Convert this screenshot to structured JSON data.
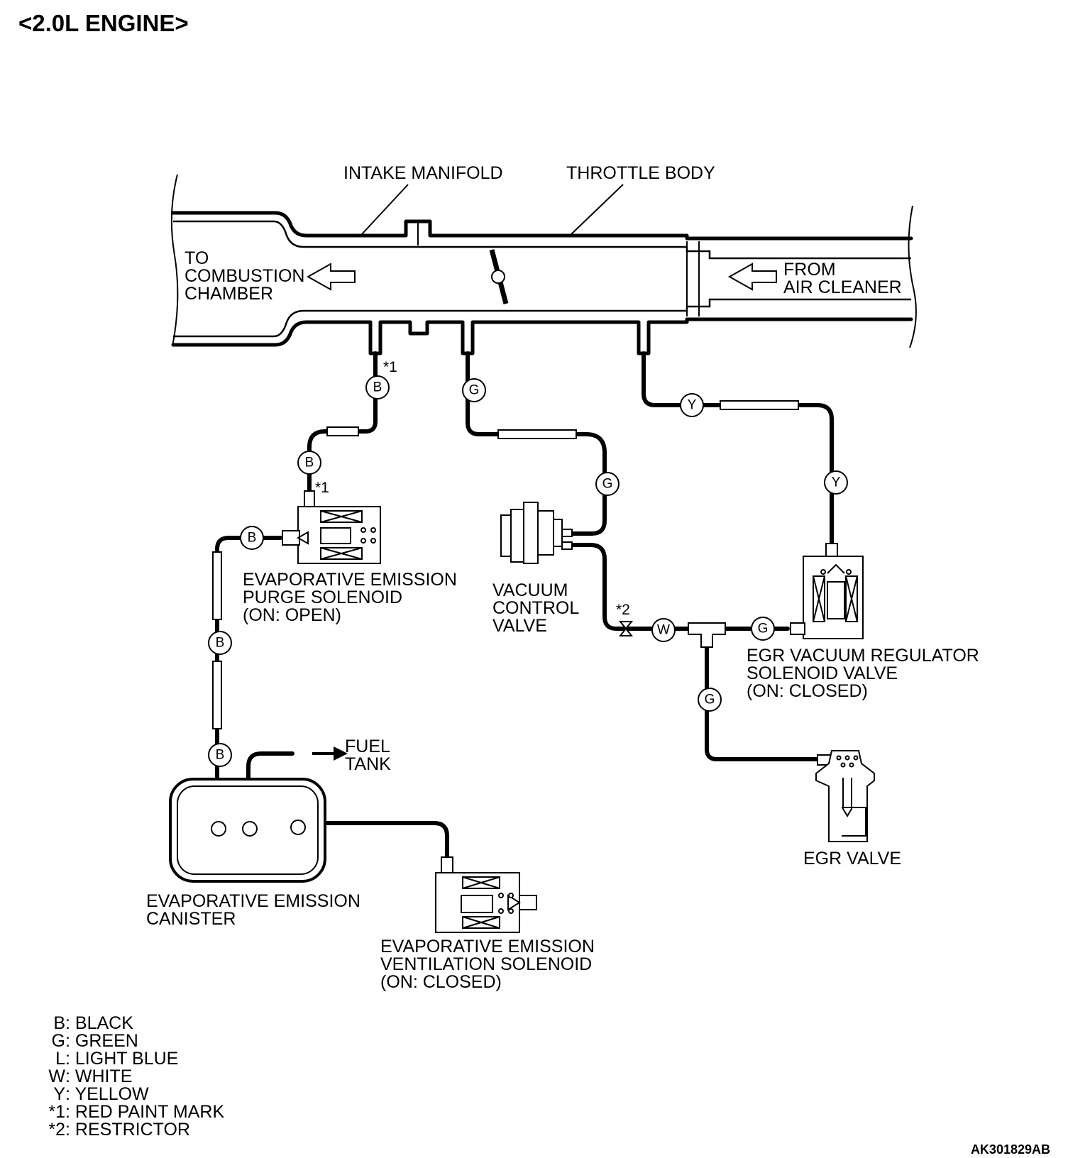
{
  "title": "<2.0L ENGINE>",
  "figure_code": "AK301829AB",
  "labels": {
    "intake_manifold": "INTAKE MANIFOLD",
    "throttle_body": "THROTTLE BODY",
    "to_combustion": [
      "TO",
      "COMBUSTION",
      "CHAMBER"
    ],
    "from_air_cleaner": [
      "FROM",
      "AIR CLEANER"
    ],
    "purge_solenoid": [
      "EVAPORATIVE EMISSION",
      "PURGE SOLENOID",
      "(ON: OPEN)"
    ],
    "vacuum_control_valve": [
      "VACUUM",
      "CONTROL",
      "VALVE"
    ],
    "egr_solenoid": [
      "EGR VACUUM REGULATOR",
      "SOLENOID VALVE",
      "(ON: CLOSED)"
    ],
    "egr_valve": "EGR VALVE",
    "canister": [
      "EVAPORATIVE EMISSION",
      "CANISTER"
    ],
    "ventilation_solenoid": [
      "EVAPORATIVE EMISSION",
      "VENTILATION SOLENOID",
      "(ON: CLOSED)"
    ],
    "fuel_tank": [
      "FUEL",
      "TANK"
    ],
    "mark_1": "*1",
    "mark_2": "*2"
  },
  "hose_color_codes": {
    "black": "B",
    "green": "G",
    "white": "W",
    "yellow": "Y"
  },
  "legend": [
    {
      "code": "B",
      "text": "BLACK"
    },
    {
      "code": "G",
      "text": "GREEN"
    },
    {
      "code": "L",
      "text": "LIGHT BLUE"
    },
    {
      "code": "W",
      "text": "WHITE"
    },
    {
      "code": "Y",
      "text": "YELLOW"
    },
    {
      "code": "*1",
      "text": "RED PAINT MARK"
    },
    {
      "code": "*2",
      "text": "RESTRICTOR"
    }
  ]
}
